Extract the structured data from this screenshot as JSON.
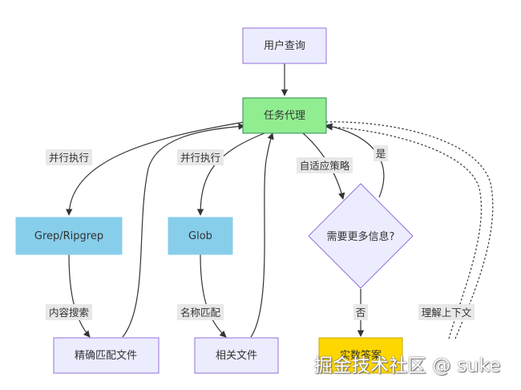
{
  "nodes": {
    "user_query": "用户查询",
    "task_agent": "任务代理",
    "grep": "Grep/Ripgrep",
    "glob": "Glob",
    "decision": "需要更多信息?",
    "exact_match": "精确匹配文件",
    "related_files": "相关文件",
    "final_answer": "实数答案"
  },
  "edge_labels": {
    "parallel_1": "并行执行",
    "parallel_2": "并行执行",
    "adaptive": "自适应策略",
    "yes": "是",
    "content_search": "内容搜索",
    "name_match": "名称匹配",
    "no": "否",
    "context": "理解上下文"
  },
  "watermark": "掘金技术社区 @ suke",
  "colors": {
    "default_node": "#ececff",
    "default_stroke": "#9370db",
    "agent_node": "#90ee90",
    "tool_node": "#87ceeb",
    "answer_node": "#ffd700"
  }
}
